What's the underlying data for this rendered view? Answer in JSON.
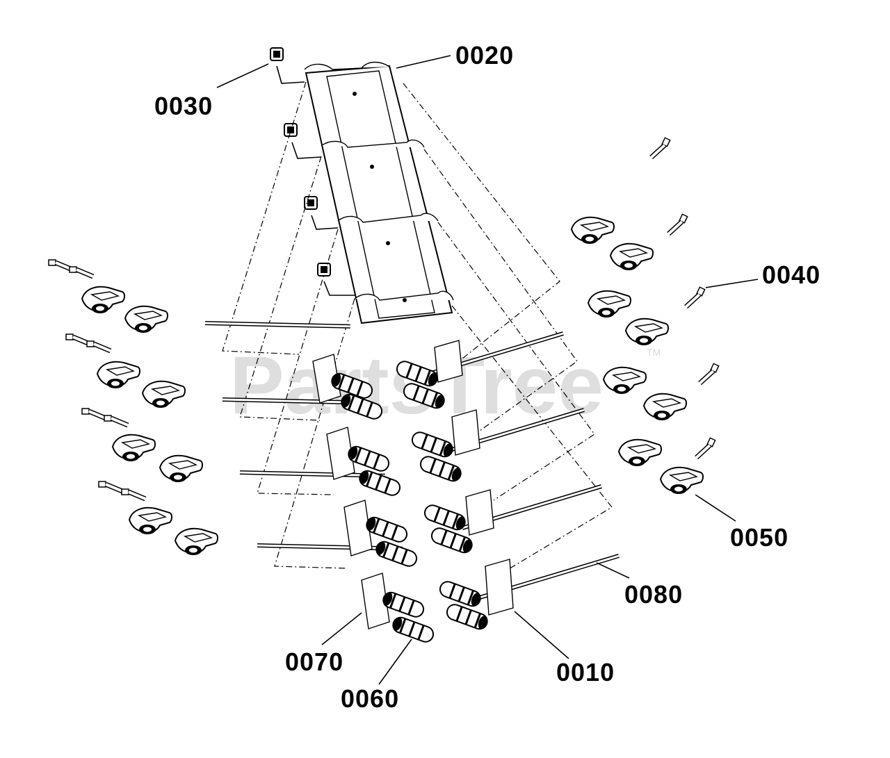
{
  "watermark": {
    "text": "PartsTree",
    "trademark": "TM"
  },
  "callouts": [
    {
      "id": "0010",
      "label": "0010"
    },
    {
      "id": "0020",
      "label": "0020"
    },
    {
      "id": "0030",
      "label": "0030"
    },
    {
      "id": "0040",
      "label": "0040"
    },
    {
      "id": "0050",
      "label": "0050"
    },
    {
      "id": "0060",
      "label": "0060"
    },
    {
      "id": "0070",
      "label": "0070"
    },
    {
      "id": "0080",
      "label": "0080"
    }
  ]
}
